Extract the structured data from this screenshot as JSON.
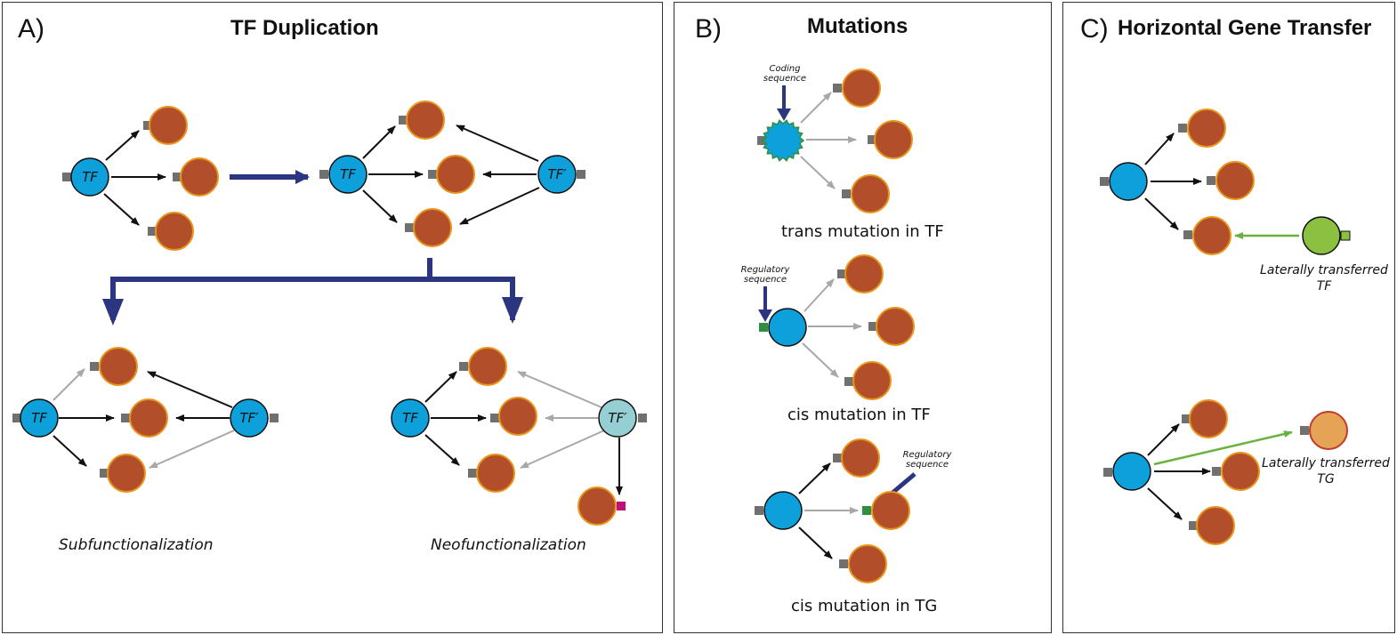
{
  "panels": {
    "a": {
      "letter": "A)",
      "title": "TF Duplication",
      "tf": "TF",
      "tf_prime": "TF′",
      "sub": "Subfunctionalization",
      "neo": "Neofunctionalization"
    },
    "b": {
      "letter": "B)",
      "title": "Mutations",
      "coding": "Coding sequence",
      "trans": "trans mutation in TF",
      "regulatory1": "Regulatory sequence",
      "cis_tf": "cis mutation in TF",
      "regulatory2": "Regulatory sequence",
      "cis_tg": "cis mutation in TG"
    },
    "c": {
      "letter": "C)",
      "title": "Horizontal Gene Transfer",
      "lt_tf_line1": "Laterally transferred",
      "lt_tf_line2": "TF",
      "lt_tg_line1": "Laterally transferred",
      "lt_tg_line2": "TG"
    }
  },
  "colors": {
    "tf_blue": "#0da0da",
    "tf_prime_light": "#96cfd3",
    "target_brown": "#b24f2a",
    "target_outline": "#e8951a",
    "arrow_dark": "#111111",
    "arrow_grey": "#a8a8a8",
    "big_arrow": "#2b3580",
    "green": "#6ab23f",
    "lt_tf_green": "#8cc040",
    "lt_tg_orange": "#e5a455",
    "magenta": "#c0117b",
    "site_green": "#2f8f3f",
    "site_grey": "#707070"
  }
}
